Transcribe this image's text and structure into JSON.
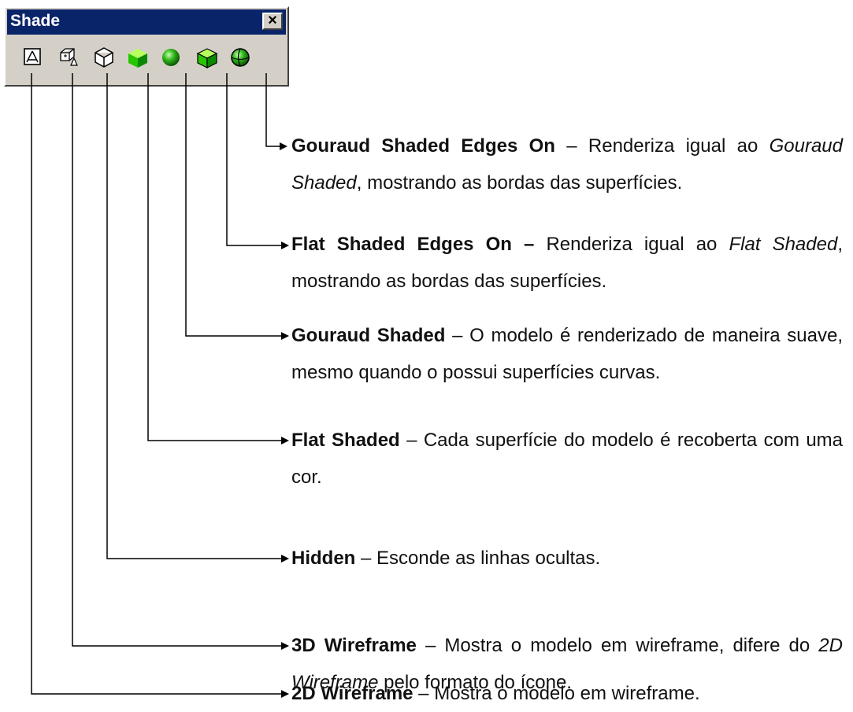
{
  "toolbar": {
    "title": "Shade",
    "close_label": "×",
    "buttons": [
      {
        "name": "2D Wireframe",
        "icon": "2d-wireframe-icon"
      },
      {
        "name": "3D Wireframe",
        "icon": "3d-wireframe-icon"
      },
      {
        "name": "Hidden",
        "icon": "hidden-icon"
      },
      {
        "name": "Flat Shaded",
        "icon": "flat-shaded-icon"
      },
      {
        "name": "Gouraud Shaded",
        "icon": "gouraud-shaded-icon"
      },
      {
        "name": "Flat Shaded Edges On",
        "icon": "flat-shaded-edges-icon"
      },
      {
        "name": "Gouraud Shaded Edges On",
        "icon": "gouraud-shaded-edges-icon"
      }
    ]
  },
  "descriptions": {
    "gouraud_edges": {
      "title": "Gouraud Shaded Edges On",
      "sep": " – ",
      "text1": "Renderiza igual ao ",
      "em": "Gouraud Shaded",
      "text2": ", mostrando as bordas das superfícies."
    },
    "flat_edges": {
      "title": "Flat Shaded Edges On –",
      "sep": " ",
      "text1": "Renderiza igual ao ",
      "em": "Flat Shaded",
      "text2": ", mostrando as bordas das superfícies."
    },
    "gouraud": {
      "title": "Gouraud Shaded",
      "sep": " – ",
      "text1": "O modelo é renderizado de maneira suave, mesmo quando o possui superfícies curvas."
    },
    "flat": {
      "title": "Flat Shaded",
      "sep": " – ",
      "text1": "Cada superfície do modelo é recoberta com uma cor."
    },
    "hidden": {
      "title": "Hidden",
      "sep": " – ",
      "text1": "Esconde as linhas ocultas."
    },
    "wire3d": {
      "title": "3D Wireframe",
      "sep": " – ",
      "text1": "Mostra o modelo em wireframe, difere do ",
      "em": "2D Wireframe",
      "text2": " pelo formato do ícone."
    },
    "wire2d": {
      "title": "2D Wireframe",
      "sep": " – ",
      "text1": "Mostra o modelo em wireframe."
    }
  }
}
